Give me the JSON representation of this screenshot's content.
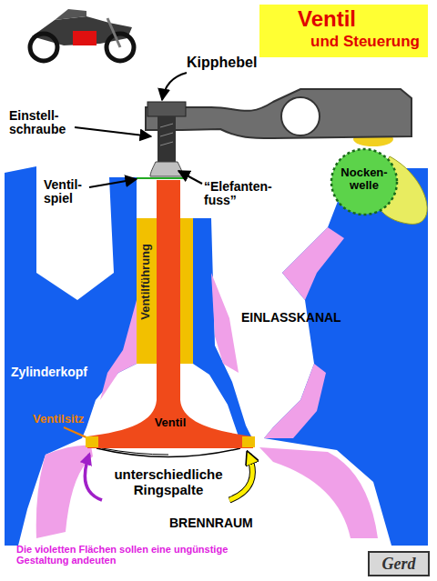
{
  "diagram": {
    "nodes": [
      {
        "text": [
          "Ventil",
          "und Steuerung"
        ]
      },
      {
        "text": [
          "Nocken- welle"
        ]
      },
      {
        "text": [
          "Ventilführung"
        ]
      },
      {
        "text": [
          "Ventil"
        ]
      },
      {
        "text": [
          "Gerd"
        ]
      }
    ],
    "labels": [
      "Kipphebel",
      "Einstell- schraube",
      "Ventil- spiel",
      "“Elefanten- fuss”",
      "EINLASSKANAL",
      "Zylinderkopf",
      "Ventilsitz",
      "unterschiedliche Ringspalte",
      "BRENNRAUM",
      "Die violetten Flächen sollen eine ungünstige Gestaltung andeuten"
    ]
  }
}
